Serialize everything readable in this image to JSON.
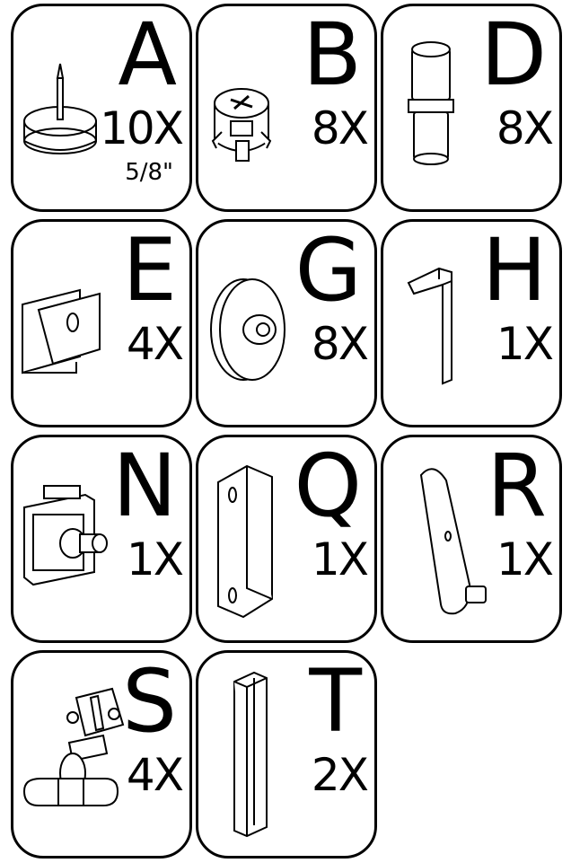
{
  "parts": [
    {
      "letter": "A",
      "quantity": "10X",
      "size": "5/8\"",
      "icon": "furniture-glide-nail-icon"
    },
    {
      "letter": "B",
      "quantity": "8X",
      "icon": "cam-lock-fitting-icon"
    },
    {
      "letter": "D",
      "quantity": "8X",
      "icon": "shelf-support-pin-icon"
    },
    {
      "letter": "E",
      "quantity": "4X",
      "icon": "corner-bracket-block-icon"
    },
    {
      "letter": "G",
      "quantity": "8X",
      "icon": "disc-connector-icon"
    },
    {
      "letter": "H",
      "quantity": "1X",
      "icon": "hex-key-icon"
    },
    {
      "letter": "N",
      "quantity": "1X",
      "icon": "cabinet-lock-icon"
    },
    {
      "letter": "Q",
      "quantity": "1X",
      "icon": "lock-strike-plate-icon"
    },
    {
      "letter": "R",
      "quantity": "1X",
      "icon": "lock-cam-arm-icon"
    },
    {
      "letter": "S",
      "quantity": "4X",
      "icon": "concealed-hinge-icon"
    },
    {
      "letter": "T",
      "quantity": "2X",
      "icon": "bar-handle-icon"
    }
  ]
}
